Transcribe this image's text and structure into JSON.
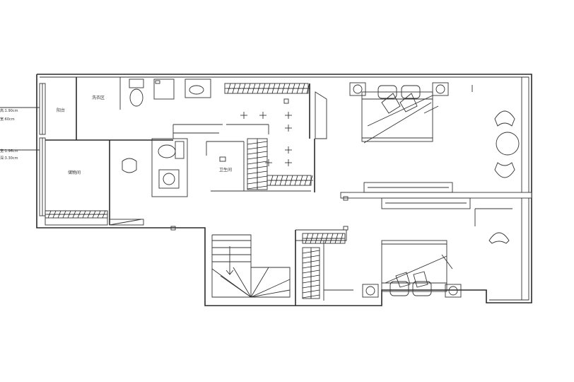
{
  "rooms": {
    "laundry": "洗衣区",
    "balcony": "阳台",
    "study": "储物间",
    "bath": "卫生间",
    "bedroom1": "",
    "bedroom2": ""
  },
  "dimensions": {
    "a1": "高:1.90cm",
    "a2": "宽:60cm",
    "b1": "宽:1.96cm",
    "b2": "深:3.30cm"
  }
}
